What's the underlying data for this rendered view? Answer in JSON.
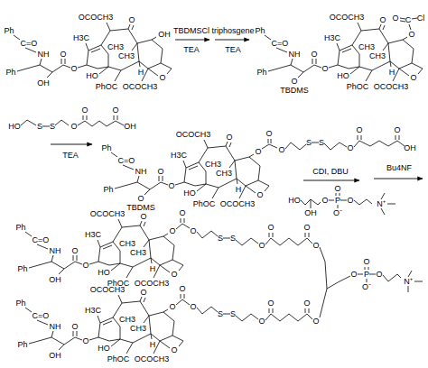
{
  "diagram": {
    "labels": [
      "OCOCH3",
      "O",
      "Ph",
      "C=O",
      "NH",
      "Ph",
      "O",
      "O",
      "H3C",
      "CH3",
      "CH3",
      "H",
      "HO",
      "PhOC",
      "OCOCH3",
      "O",
      "OH",
      "OH",
      "TBDMSCl",
      "TEA",
      "triphosgene",
      "TEA",
      "OCOCH3",
      "O",
      "Ph",
      "C=O",
      "NH",
      "Ph",
      "O",
      "O",
      "H3C",
      "CH3",
      "CH3",
      "H",
      "HO",
      "PhOC",
      "OCOCH3",
      "O",
      "O",
      "TBDMS",
      "O",
      "C",
      "O",
      "Cl",
      "HO",
      "S",
      "S",
      "O",
      "O",
      "O",
      "OH",
      "TEA",
      "OCOCH3",
      "O",
      "Ph",
      "C=O",
      "NH",
      "Ph",
      "O",
      "O",
      "H3C",
      "CH3",
      "CH3",
      "H",
      "HO",
      "PhOC",
      "OCOCH3",
      "O",
      "O",
      "TBDMS",
      "O",
      "O",
      "O",
      "S",
      "S",
      "O",
      "O",
      "O",
      "OH",
      "CDI, DBU",
      "HO",
      "OH",
      "O",
      "P",
      "O",
      "O⁻",
      "O",
      "N⁺",
      "Bu4NF",
      "OCOCH3",
      "O",
      "Ph",
      "C=O",
      "NH",
      "Ph",
      "O",
      "O",
      "H3C",
      "CH3",
      "CH3",
      "H",
      "HO",
      "PhOC",
      "OCOCH3",
      "O",
      "OH",
      "O",
      "O",
      "O",
      "S",
      "S",
      "O",
      "O",
      "O",
      "O",
      "O",
      "P",
      "O",
      "O⁻",
      "O",
      "N⁺",
      "OCOCH3",
      "O",
      "Ph",
      "C=O",
      "NH",
      "Ph",
      "O",
      "O",
      "H3C",
      "CH3",
      "CH3",
      "H",
      "HO",
      "PhOC",
      "OCOCH3",
      "O",
      "OH",
      "O",
      "O",
      "O",
      "S",
      "S",
      "O",
      "O",
      "O",
      "O"
    ]
  }
}
